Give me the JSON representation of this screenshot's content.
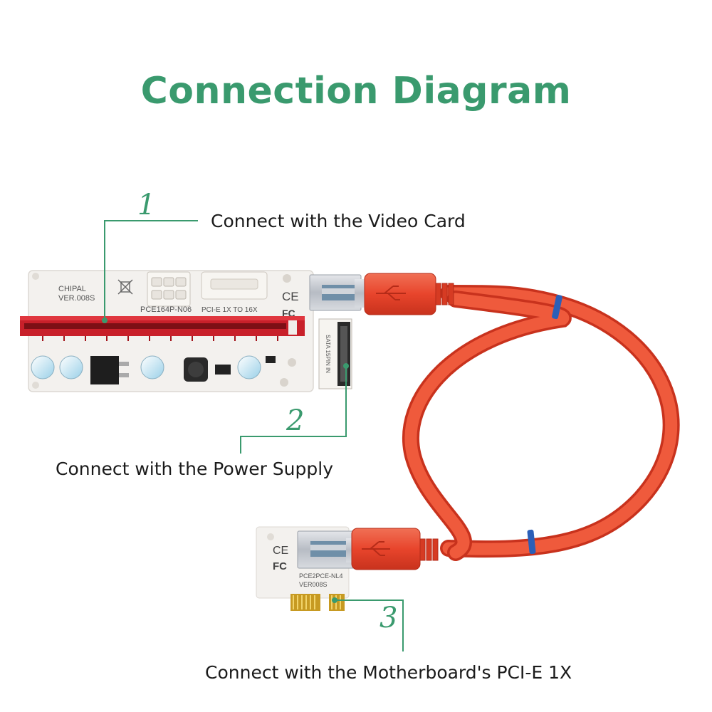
{
  "title": "Connection Diagram",
  "callouts": [
    {
      "number": "1",
      "label": "Connect with the Video Card"
    },
    {
      "number": "2",
      "label": "Connect with the Power Supply"
    },
    {
      "number": "3",
      "label": "Connect with the Motherboard's PCI-E 1X"
    }
  ],
  "riser_board": {
    "brand": "CHIPAL",
    "version": "VER.008S",
    "model": "PCE164P-N06",
    "slot_text": "PCI-E 1X TO 16X",
    "sata_text": "SATA 15PIN IN"
  },
  "adapter_card": {
    "model": "PCE2PCE-NL4",
    "version": "VER008S"
  },
  "colors": {
    "accent": "#3a9a6e",
    "cable": "#e8452c",
    "pcb": "#f3f1ee",
    "slot": "#c8202a",
    "gold": "#d8b42a",
    "band": "#2b5fb8"
  },
  "icons": [
    "ce-mark",
    "fcc-mark",
    "weee-bin-icon",
    "usb-symbol-icon"
  ]
}
